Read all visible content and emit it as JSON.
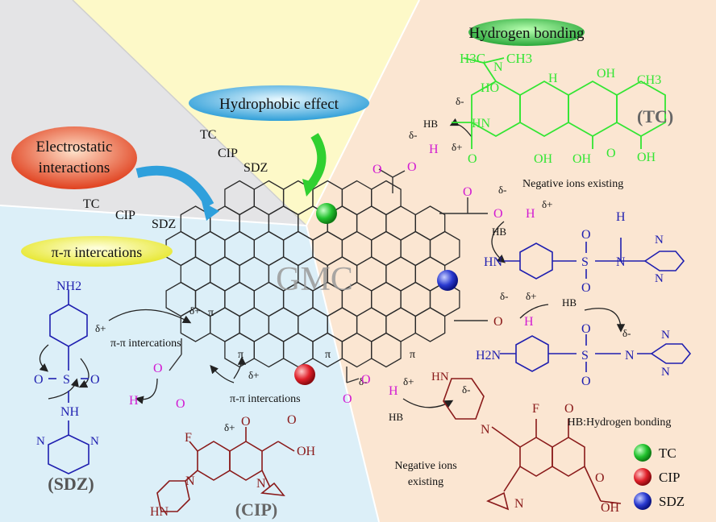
{
  "labels": {
    "hydrogen_bonding": "Hydrogen bonding",
    "hydrophobic": "Hydrophobic effect",
    "electrostatic_1": "Electrostatic",
    "electrostatic_2": "interactions",
    "pi_pi": "π-π intercations",
    "gmc": "GMC",
    "hb_legend": "HB:Hydrogen bonding"
  },
  "antibiotics": {
    "tc": "TC",
    "cip": "CIP",
    "sdz": "SDZ",
    "tc_paren": "(TC)",
    "cip_paren": "(CIP)",
    "sdz_paren": "(SDZ)"
  },
  "annotations": {
    "pi_pi_1": "π-π intercations",
    "pi_pi_2": "π-π intercations",
    "neg_ions_tc": "Negative ions existing",
    "neg_ions_cip_1": "Negative ions",
    "neg_ions_cip_2": "existing",
    "hb": "HB",
    "pi": "π",
    "delta_plus": "δ+",
    "delta_minus": "δ-"
  },
  "atoms": {
    "h3c": "H3C",
    "ch3": "CH3",
    "n": "N",
    "h": "H",
    "ho": "HO",
    "oh": "OH",
    "hn": "HN",
    "o": "O",
    "s": "S",
    "nh": "NH",
    "nh2": "NH2",
    "h2n": "H2N",
    "f": "F"
  },
  "legend": [
    {
      "label": "TC",
      "color": "#22c22e"
    },
    {
      "label": "CIP",
      "color": "#e0202a"
    },
    {
      "label": "SDZ",
      "color": "#2a3ad0"
    }
  ],
  "colors": {
    "tc": "#33e533",
    "sdz": "#1f1fb0",
    "cip": "#8a1a1a",
    "oxygen": "#d21ad2",
    "ellipse_green": "#3fae4a",
    "ellipse_blue": "#3fa6d8",
    "ellipse_red": "#e24a2a",
    "ellipse_yellow": "#e8e830"
  }
}
